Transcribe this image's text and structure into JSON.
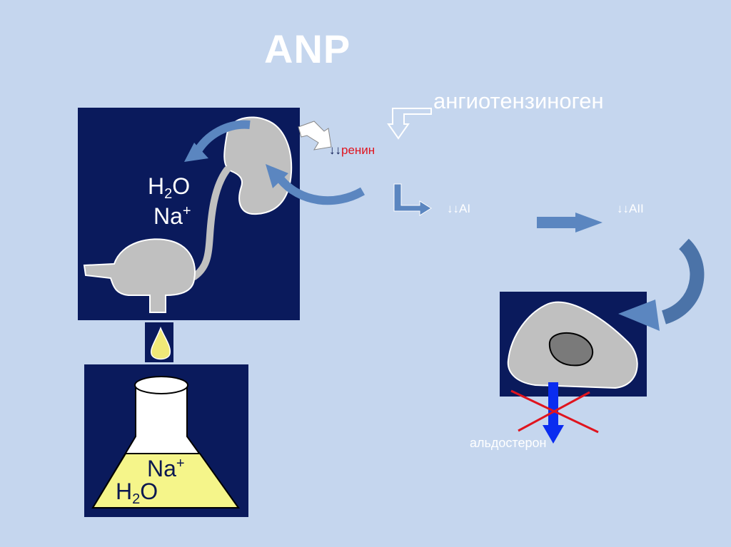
{
  "title": "ANP",
  "labels": {
    "angiotensinogen": "ангиотензиноген",
    "renin_arrows": "↓↓",
    "renin": "ренин",
    "ai": "↓↓AI",
    "aii": "↓↓AII",
    "aldosterone": "альдостерон"
  },
  "kidney_panel": {
    "water": {
      "base": "H",
      "sub": "2",
      "tail": "O"
    },
    "sodium": {
      "base": "Na",
      "sup": "+"
    }
  },
  "flask_panel": {
    "sodium": {
      "base": "Na",
      "sup": "+"
    },
    "water": {
      "base": "H",
      "sub": "2",
      "tail": "O"
    }
  },
  "colors": {
    "background": "#c5d6ee",
    "panel": "#0a1a5c",
    "organ_gray": "#c0c0c0",
    "arrow_blue": "#5b86c0",
    "renin_red": "#e0141e",
    "flask_fill": "#f5f58a",
    "flame": "#f0e878",
    "secretion_arrow": "#0a2cf0",
    "cross": "#e0141e"
  },
  "icons": {
    "kidney": "kidney-icon",
    "heart": "heart-icon",
    "flask": "flask-icon",
    "flame": "flame-icon",
    "cell": "adrenal-cell-icon"
  }
}
